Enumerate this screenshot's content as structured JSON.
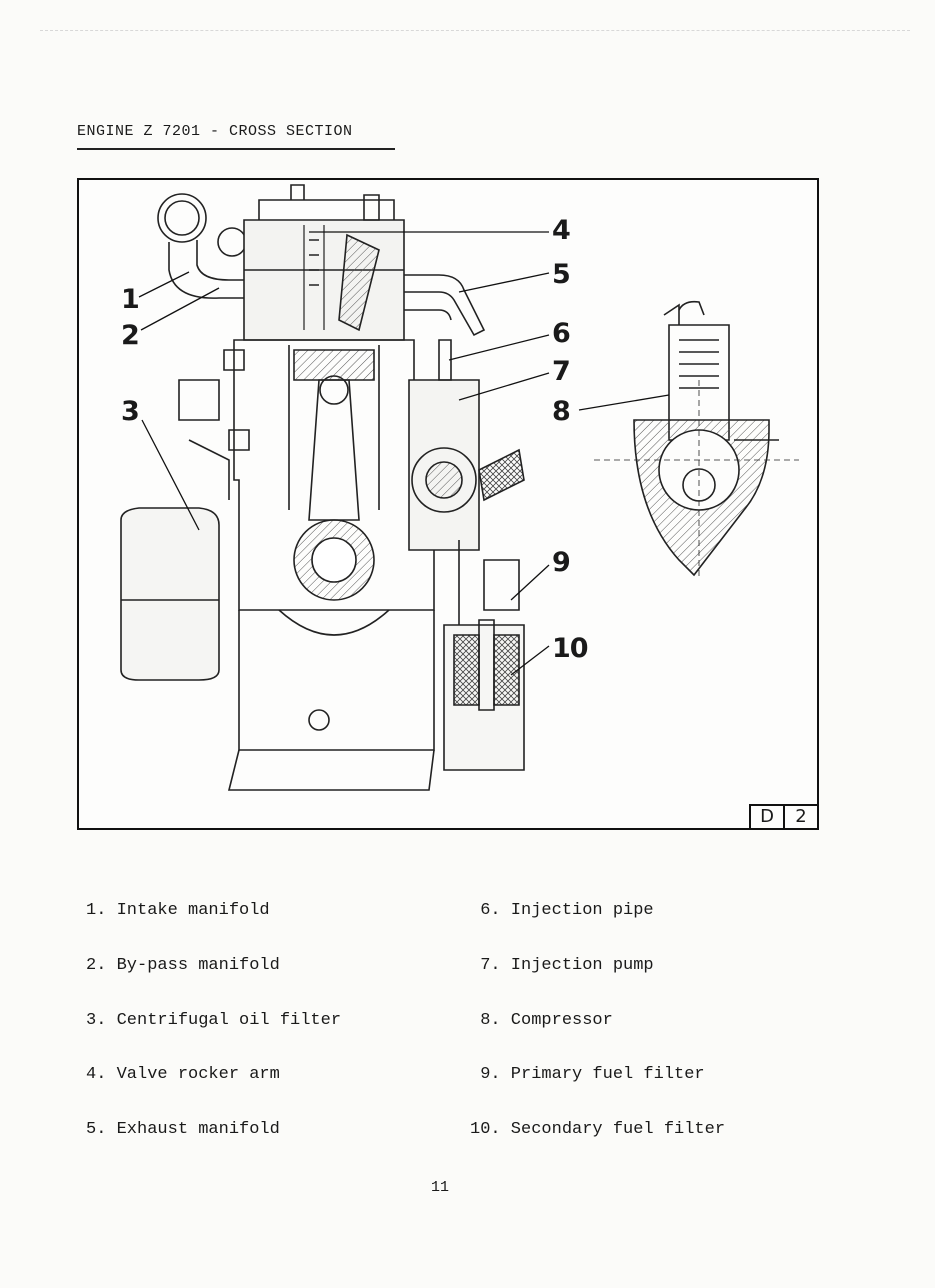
{
  "document": {
    "title": "ENGINE Z 7201 - CROSS SECTION",
    "page_number": "11"
  },
  "figure": {
    "callouts": [
      "1",
      "2",
      "3",
      "4",
      "5",
      "6",
      "7",
      "8",
      "9",
      "10"
    ],
    "badge": {
      "letter": "D",
      "number": "2"
    }
  },
  "legend": {
    "left": [
      "1. Intake manifold",
      "2. By-pass manifold",
      "3. Centrifugal oil filter",
      "4. Valve rocker arm",
      "5. Exhaust manifold"
    ],
    "right": [
      " 6. Injection pipe",
      " 7. Injection pump",
      " 8. Compressor",
      " 9. Primary fuel filter",
      "10. Secondary fuel filter"
    ]
  }
}
